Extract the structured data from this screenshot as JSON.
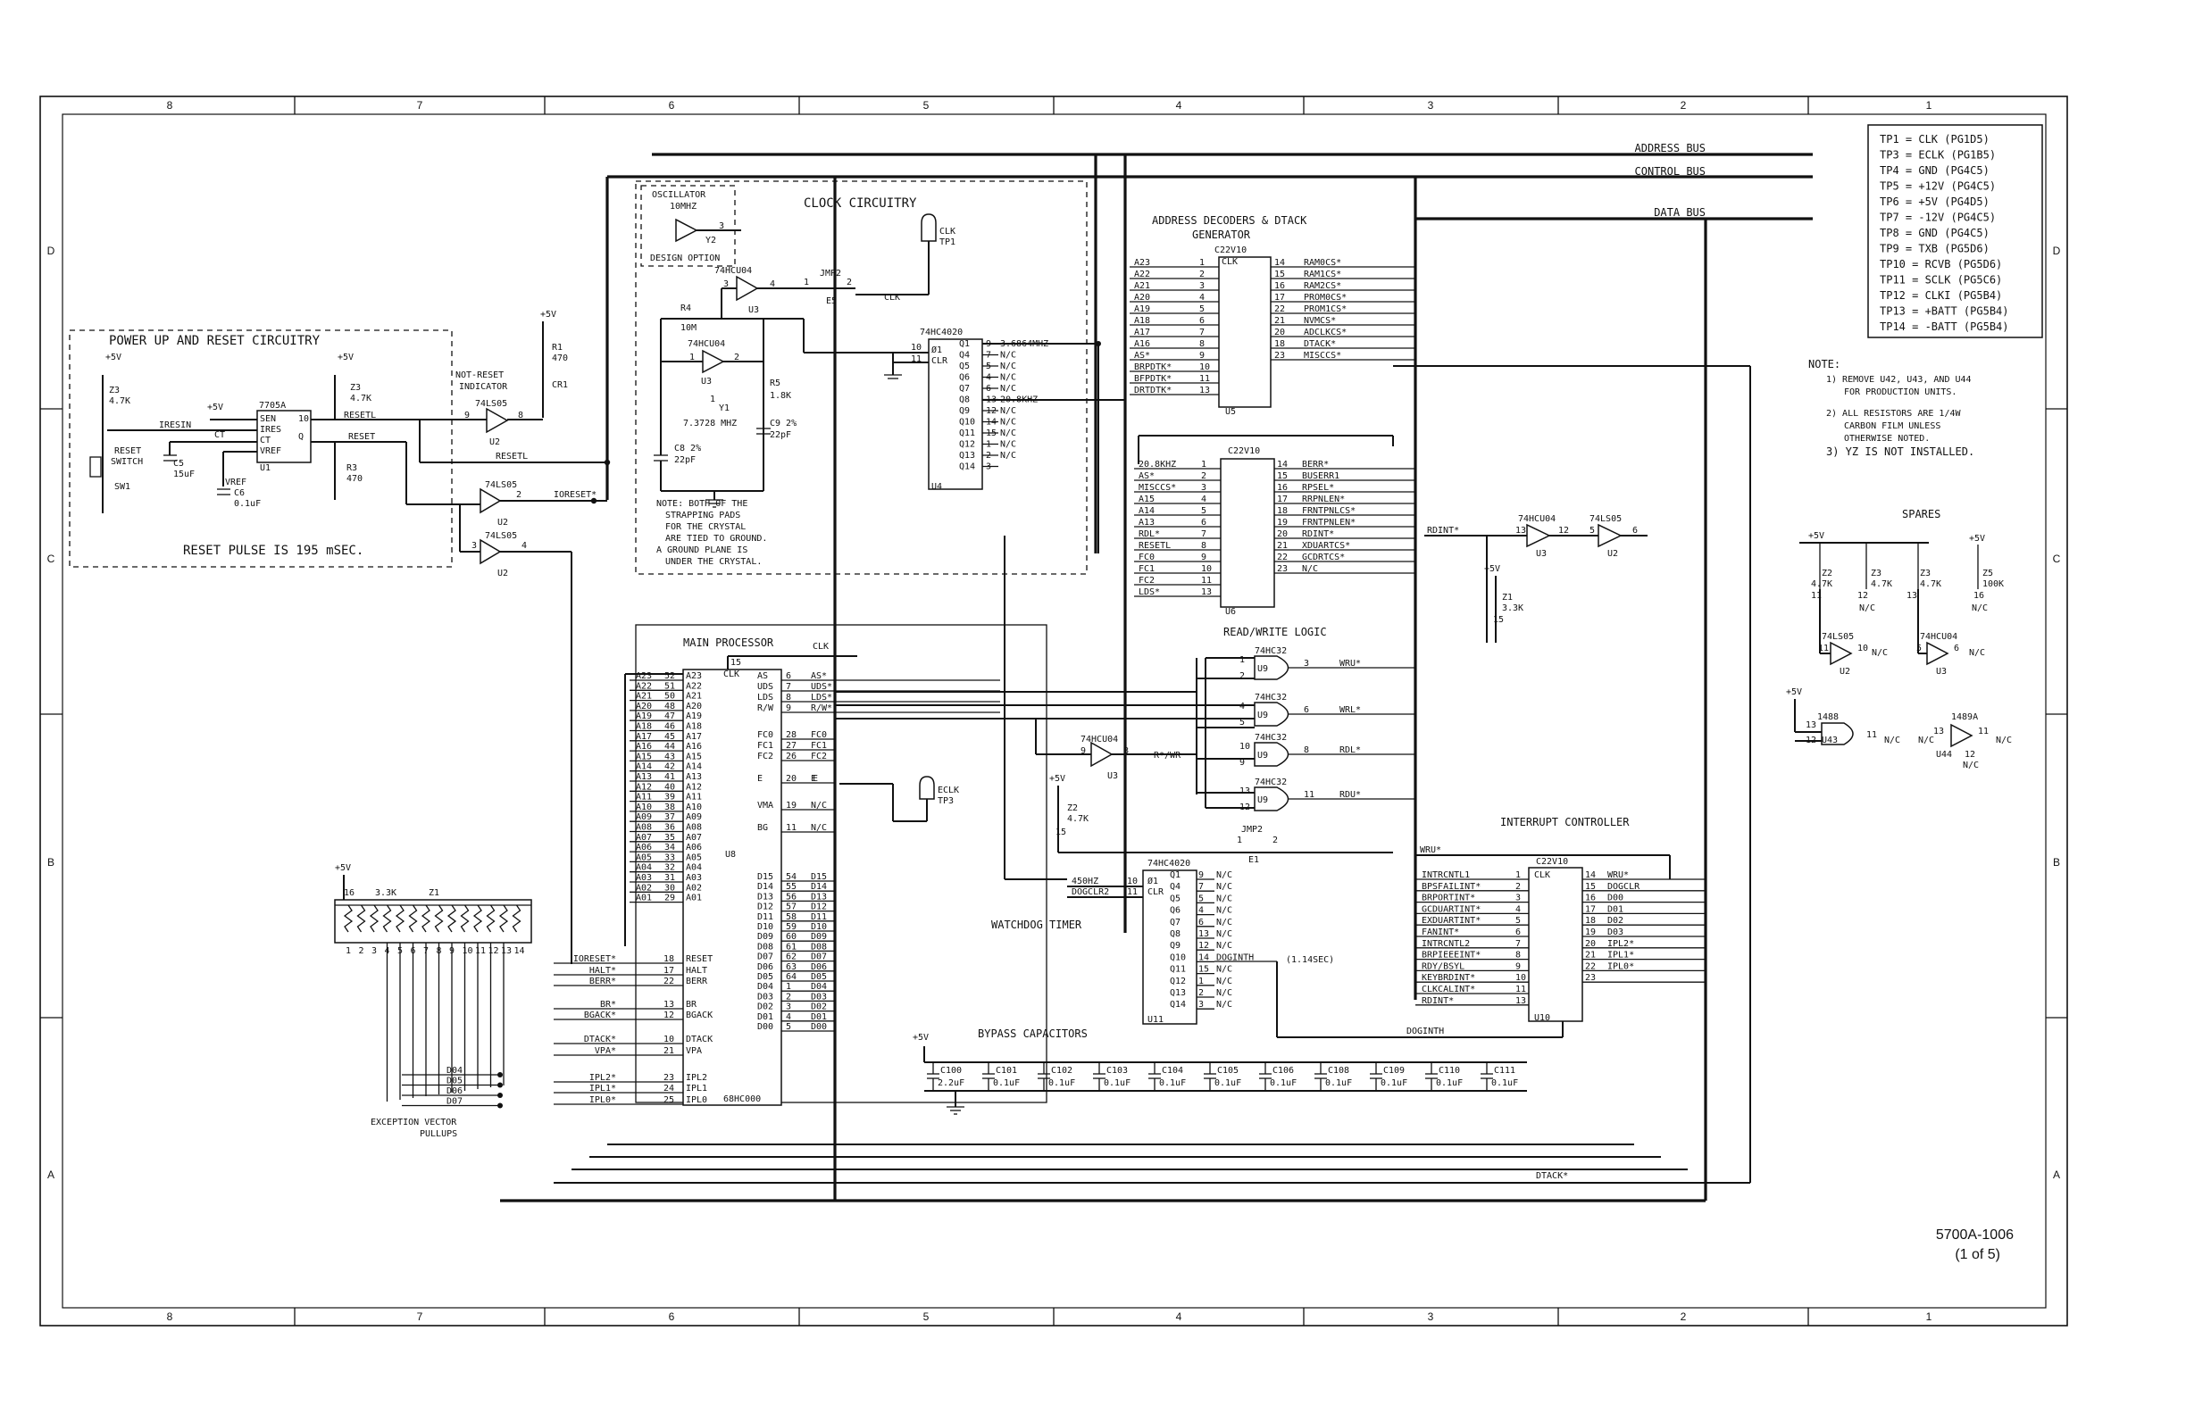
{
  "frame": {
    "columns": [
      "8",
      "7",
      "6",
      "5",
      "4",
      "3",
      "2",
      "1"
    ],
    "rows": [
      "D",
      "C",
      "B",
      "A"
    ]
  },
  "buses": [
    "ADDRESS BUS",
    "CONTROL BUS",
    "DATA BUS"
  ],
  "testpoints": [
    "TP1 = CLK (PG1D5)",
    "TP3 = ECLK (PG1B5)",
    "TP4 = GND (PG4C5)",
    "TP5 = +12V (PG4C5)",
    "TP6 = +5V (PG4D5)",
    "TP7 = -12V (PG4C5)",
    "TP8 = GND (PG4C5)",
    "TP9 = TXB (PG5D6)",
    "TP10 = RCVB (PG5D6)",
    "TP11 = SCLK (PG5C6)",
    "TP12 = CLKI (PG5B4)",
    "TP13 = +BATT (PG5B4)",
    "TP14 = -BATT (PG5B4)"
  ],
  "notes": {
    "title": "NOTE:",
    "items": [
      "1) REMOVE U42, U43, AND U44",
      "FOR PRODUCTION UNITS.",
      "2) ALL RESISTORS ARE 1/4W",
      "CARBON FILM UNLESS",
      "OTHERWISE NOTED.",
      "3) YZ IS NOT INSTALLED."
    ]
  },
  "sections": {
    "power": "POWER UP AND RESET CIRCUITRY",
    "reset_pulse": "RESET PULSE IS 195 mSEC.",
    "clock": "CLOCK CIRCUITRY",
    "oscillator": "OSCILLATOR",
    "osc_freq": "10MHZ",
    "design_option": "DESIGN OPTION",
    "addr_dec": "ADDRESS DECODERS & DTACK",
    "generator": "GENERATOR",
    "main_proc": "MAIN PROCESSOR",
    "rw_logic": "READ/WRITE LOGIC",
    "interrupt": "INTERRUPT CONTROLLER",
    "watchdog": "WATCHDOG TIMER",
    "bypass": "BYPASS CAPACITORS",
    "spares": "SPARES",
    "exception1": "EXCEPTION VECTOR",
    "exception2": "PULLUPS",
    "not_reset1": "NOT-RESET",
    "not_reset2": "INDICATOR",
    "crystal_note": [
      "NOTE: BOTH OF THE",
      "STRAPPING PADS",
      "FOR THE CRYSTAL",
      "ARE TIED TO GROUND.",
      "A GROUND PLANE IS",
      "UNDER THE CRYSTAL."
    ],
    "watchdog_freq": "(1.14SEC)"
  },
  "u5": {
    "name": "C22V10",
    "ref": "U5",
    "inputs": [
      "A23",
      "A22",
      "A21",
      "A20",
      "A19",
      "A18",
      "A17",
      "A16",
      "AS*",
      "BRPDTK*",
      "BFPDTK*",
      "DRTDTK*"
    ],
    "in_pins": [
      "1",
      "2",
      "3",
      "4",
      "5",
      "6",
      "7",
      "8",
      "9",
      "10",
      "11",
      "13"
    ],
    "outputs": [
      "RAM0CS*",
      "RAM1CS*",
      "RAM2CS*",
      "PROM0CS*",
      "PROM1CS*",
      "NVMCS*",
      "ADCLKCS*",
      "DTACK*",
      "MISCCS*"
    ],
    "out_pins": [
      "14",
      "15",
      "16",
      "17",
      "22",
      "21",
      "20",
      "18",
      "23"
    ]
  },
  "u6": {
    "name": "C22V10",
    "ref": "U6",
    "inputs": [
      "20.8KHZ",
      "AS*",
      "MISCCS*",
      "A15",
      "A14",
      "A13",
      "RDL*",
      "RESETL",
      "FC0",
      "FC1",
      "FC2",
      "LDS*"
    ],
    "in_pins": [
      "1",
      "2",
      "3",
      "4",
      "5",
      "6",
      "7",
      "8",
      "9",
      "10",
      "11",
      "13"
    ],
    "outputs": [
      "BERR*",
      "BUSERR1",
      "RPSEL*",
      "RRPNLEN*",
      "FRNTPNLCS*",
      "FRNTPNLEN*",
      "RDINT*",
      "XDUARTCS*",
      "GCDRTCS*",
      "N/C"
    ],
    "out_pins": [
      "14",
      "15",
      "16",
      "17",
      "18",
      "19",
      "20",
      "21",
      "22",
      "23"
    ]
  },
  "u8": {
    "name": "68HC000",
    "ref": "U8",
    "addr": [
      "A23",
      "A22",
      "A21",
      "A20",
      "A19",
      "A18",
      "A17",
      "A16",
      "A15",
      "A14",
      "A13",
      "A12",
      "A11",
      "A10",
      "A09",
      "A08",
      "A07",
      "A06",
      "A05",
      "A04",
      "A03",
      "A02",
      "A01"
    ],
    "addr_pins": [
      "52",
      "51",
      "50",
      "48",
      "47",
      "46",
      "45",
      "44",
      "43",
      "42",
      "41",
      "40",
      "39",
      "38",
      "37",
      "36",
      "35",
      "34",
      "33",
      "32",
      "31",
      "30",
      "29"
    ],
    "data": [
      "D15",
      "D14",
      "D13",
      "D12",
      "D11",
      "D10",
      "D09",
      "D08",
      "D07",
      "D06",
      "D05",
      "D04",
      "D03",
      "D02",
      "D01",
      "D00"
    ],
    "data_pins": [
      "54",
      "55",
      "56",
      "57",
      "58",
      "59",
      "60",
      "61",
      "62",
      "63",
      "64",
      "1",
      "2",
      "3",
      "4",
      "5"
    ],
    "ctrl_left": [
      "IORESET*",
      "HALT*",
      "BERR*",
      "BR*",
      "BGACK*",
      "DTACK*",
      "VPA*",
      "IPL2*",
      "IPL1*",
      "IPL0*"
    ],
    "ctrl_left_pins": [
      "18",
      "17",
      "22",
      "13",
      "12",
      "10",
      "21",
      "23",
      "24",
      "25"
    ],
    "ctrl_left_int": [
      "RESET",
      "HALT",
      "BERR",
      "BR",
      "BGACK",
      "DTACK",
      "VPA",
      "IPL2",
      "IPL1",
      "IPL0"
    ],
    "ctrl_right": [
      "AS*",
      "UDS*",
      "LDS*",
      "R/W*",
      "FC0",
      "FC1",
      "FC2",
      "E",
      "N/C",
      "N/C"
    ],
    "ctrl_right_pins": [
      "6",
      "7",
      "8",
      "9",
      "28",
      "27",
      "26",
      "20",
      "19",
      "11"
    ],
    "ctrl_right_int": [
      "AS",
      "UDS",
      "LDS",
      "R/W",
      "FC0",
      "FC1",
      "FC2",
      "E",
      "VMA",
      "BG"
    ],
    "clk_pin": "15",
    "clk": "CLK"
  },
  "u4": {
    "name": "74HC4020",
    "ref": "U4",
    "pins": [
      "Q1",
      "Q4",
      "Q5",
      "Q6",
      "Q7",
      "Q8",
      "Q9",
      "Q10",
      "Q11",
      "Q12",
      "Q13",
      "Q14"
    ],
    "pin_nums": [
      "9",
      "7",
      "5",
      "4",
      "6",
      "13",
      "12",
      "14",
      "15",
      "1",
      "2",
      "3"
    ],
    "signals": [
      "3.6864MHZ",
      "N/C",
      "N/C",
      "N/C",
      "N/C",
      "20.8KHZ",
      "N/C",
      "N/C",
      "N/C",
      "N/C",
      "N/C",
      ""
    ]
  },
  "u10": {
    "name": "C22V10",
    "ref": "U10",
    "inputs": [
      "INTRCNTL1",
      "BPSFAILINT*",
      "BRPORTINT*",
      "GCDUARTINT*",
      "EXDUARTINT*",
      "FANINT*",
      "INTRCNTL2",
      "BRPIEEEINT*",
      "RDY/BSYL",
      "KEYBRDINT*",
      "CLKCALINT*",
      "RDINT*"
    ],
    "in_pins": [
      "1",
      "2",
      "3",
      "4",
      "5",
      "6",
      "7",
      "8",
      "9",
      "10",
      "11",
      "13"
    ],
    "outputs": [
      "WRU*",
      "DOGCLR",
      "D00",
      "D01",
      "D02",
      "D03",
      "IPL2*",
      "IPL1*",
      "IPL0*",
      ""
    ],
    "out_pins": [
      "14",
      "15",
      "16",
      "17",
      "18",
      "19",
      "20",
      "21",
      "22",
      "23"
    ]
  },
  "u11": {
    "name": "74HC4020",
    "ref": "U11",
    "in1": "450HZ",
    "in2": "DOGCLR2",
    "pins": [
      "Q1",
      "Q4",
      "Q5",
      "Q6",
      "Q7",
      "Q8",
      "Q9",
      "Q10",
      "Q11",
      "Q12",
      "Q13",
      "Q14"
    ],
    "pin_nums": [
      "9",
      "7",
      "5",
      "4",
      "6",
      "13",
      "12",
      "14",
      "15",
      "1",
      "2",
      "3"
    ],
    "signals": [
      "N/C",
      "N/C",
      "N/C",
      "N/C",
      "N/C",
      "N/C",
      "N/C",
      "DOGINTH",
      "N/C",
      "N/C",
      "N/C",
      "N/C"
    ]
  },
  "gates": {
    "u9_outputs": [
      "WRU*",
      "WRL*",
      "RDL*",
      "RDU*"
    ],
    "rw_sig": "R*/WR",
    "clk": "CLK"
  },
  "caps": [
    "C100",
    "C101",
    "C102",
    "C103",
    "C104",
    "C105",
    "C106",
    "C108",
    "C109",
    "C110",
    "C111"
  ],
  "cap_values": [
    "2.2uF",
    "0.1uF",
    "0.1uF",
    "0.1uF",
    "0.1uF",
    "0.1uF",
    "0.1uF",
    "0.1uF",
    "0.1uF",
    "0.1uF",
    "0.1uF"
  ],
  "pullup_vectors": [
    "D04",
    "D05",
    "D06",
    "D07"
  ],
  "misc": {
    "iresin": "IRESIN",
    "resetl": "RESETL",
    "reset": "RESET",
    "ioreset": "IORESET*",
    "ct": "CT",
    "vref": "VREF",
    "reset_switch": "RESET",
    "switch": "SWITCH",
    "sw1": "SW1",
    "dtack_bottom": "DTACK*",
    "doginth": "DOGINTH",
    "wru": "WRU*",
    "clk": "CLK",
    "e": "E",
    "rdint": "RDINT*"
  },
  "title_block": {
    "doc": "5700A-1006",
    "sheet": "(1 of 5)"
  }
}
